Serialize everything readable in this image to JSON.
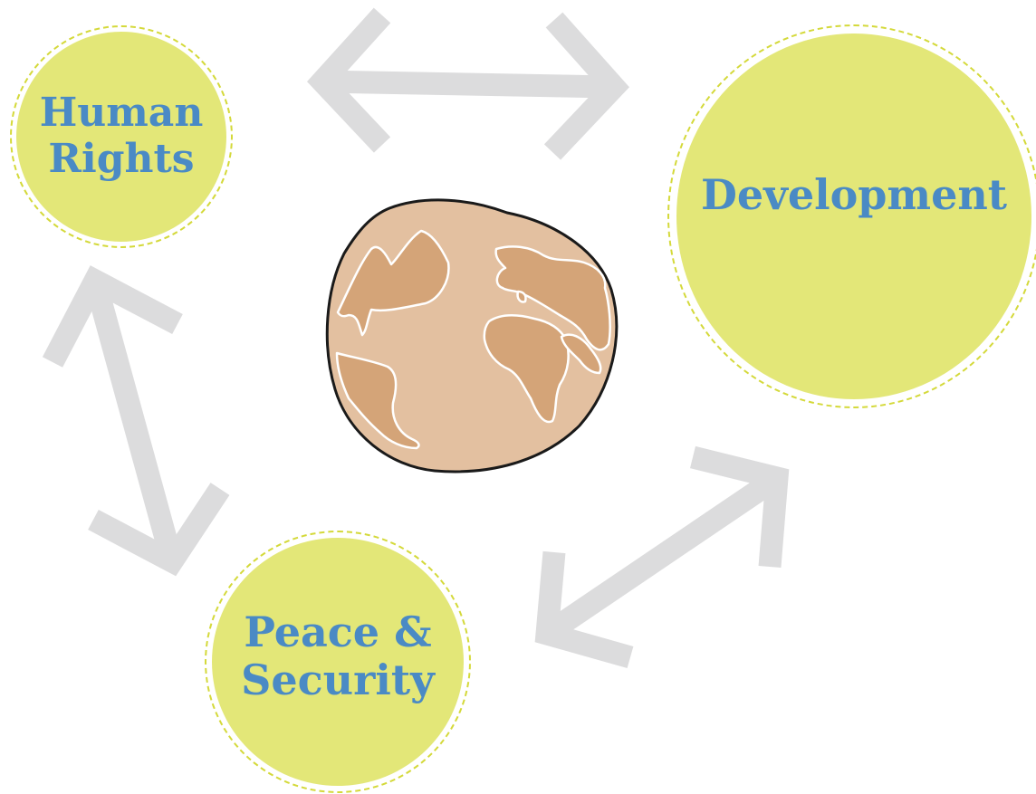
{
  "colors": {
    "circle_fill": "#e3e778",
    "circle_ring": "#d4d93a",
    "label_text": "#4a8ac5",
    "arrow": "#dcdcdd",
    "globe_ocean": "#e3c0a0",
    "globe_land": "#d4a478",
    "globe_outline": "#1a1a1a",
    "globe_coast": "#ffffff"
  },
  "nodes": {
    "human_rights": {
      "label": "Human\nRights"
    },
    "development": {
      "label": "Development"
    },
    "peace_security": {
      "label": "Peace &\nSecurity"
    }
  },
  "center": {
    "icon": "globe-icon"
  },
  "connectors": [
    {
      "name": "human-rights-development-arrow",
      "from": "Human Rights",
      "to": "Development",
      "direction": "both"
    },
    {
      "name": "human-rights-peace-arrow",
      "from": "Human Rights",
      "to": "Peace & Security",
      "direction": "both"
    },
    {
      "name": "development-peace-arrow",
      "from": "Development",
      "to": "Peace & Security",
      "direction": "both"
    }
  ]
}
